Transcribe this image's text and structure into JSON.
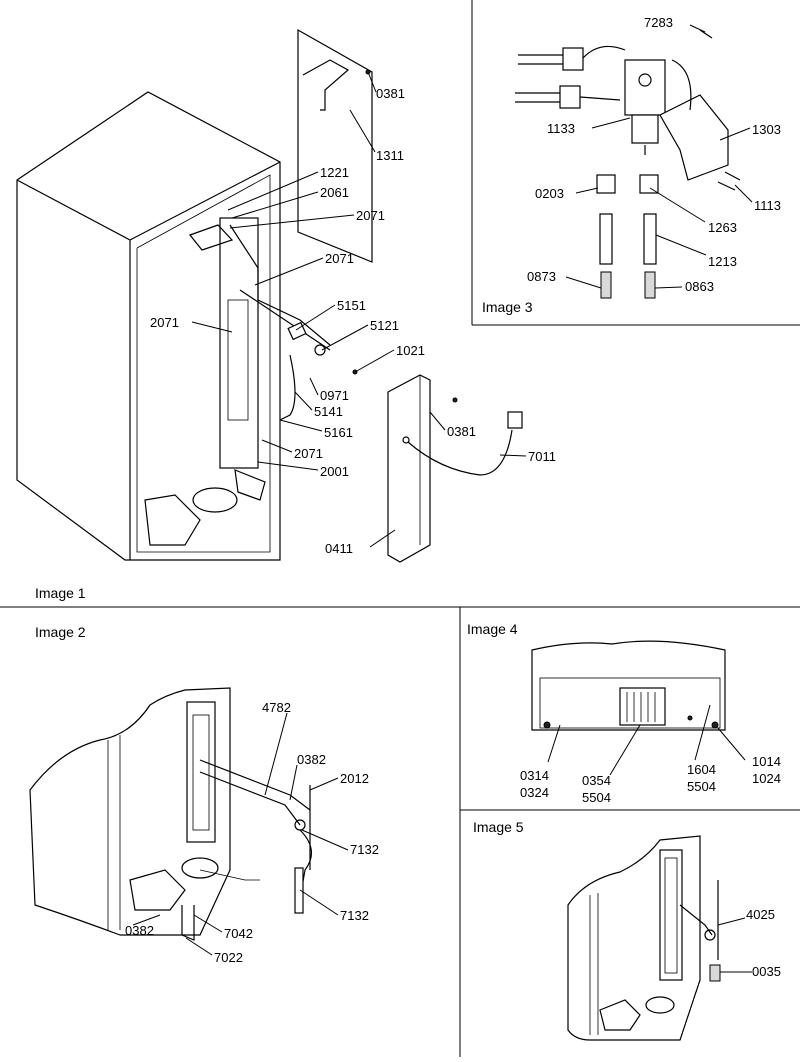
{
  "panels": {
    "image1": "Image 1",
    "image2": "Image 2",
    "image3": "Image 3",
    "image4": "Image 4",
    "image5": "Image 5"
  },
  "callouts": {
    "image1": [
      "0381",
      "1311",
      "1221",
      "2061",
      "2071",
      "2071",
      "2071",
      "5151",
      "5121",
      "1021",
      "0971",
      "5141",
      "5161",
      "2071",
      "2001",
      "0381",
      "7011",
      "0411"
    ],
    "image2": [
      "4782",
      "0382",
      "2012",
      "7132",
      "7132",
      "0382",
      "7042",
      "7022"
    ],
    "image3": [
      "7283",
      "1303",
      "1133",
      "0203",
      "1263",
      "1113",
      "1213",
      "0873",
      "0863"
    ],
    "image4": [
      "0314",
      "0324",
      "0354",
      "5504",
      "1604",
      "5504",
      "1014",
      "1024"
    ],
    "image5": [
      "4025",
      "0035"
    ]
  }
}
